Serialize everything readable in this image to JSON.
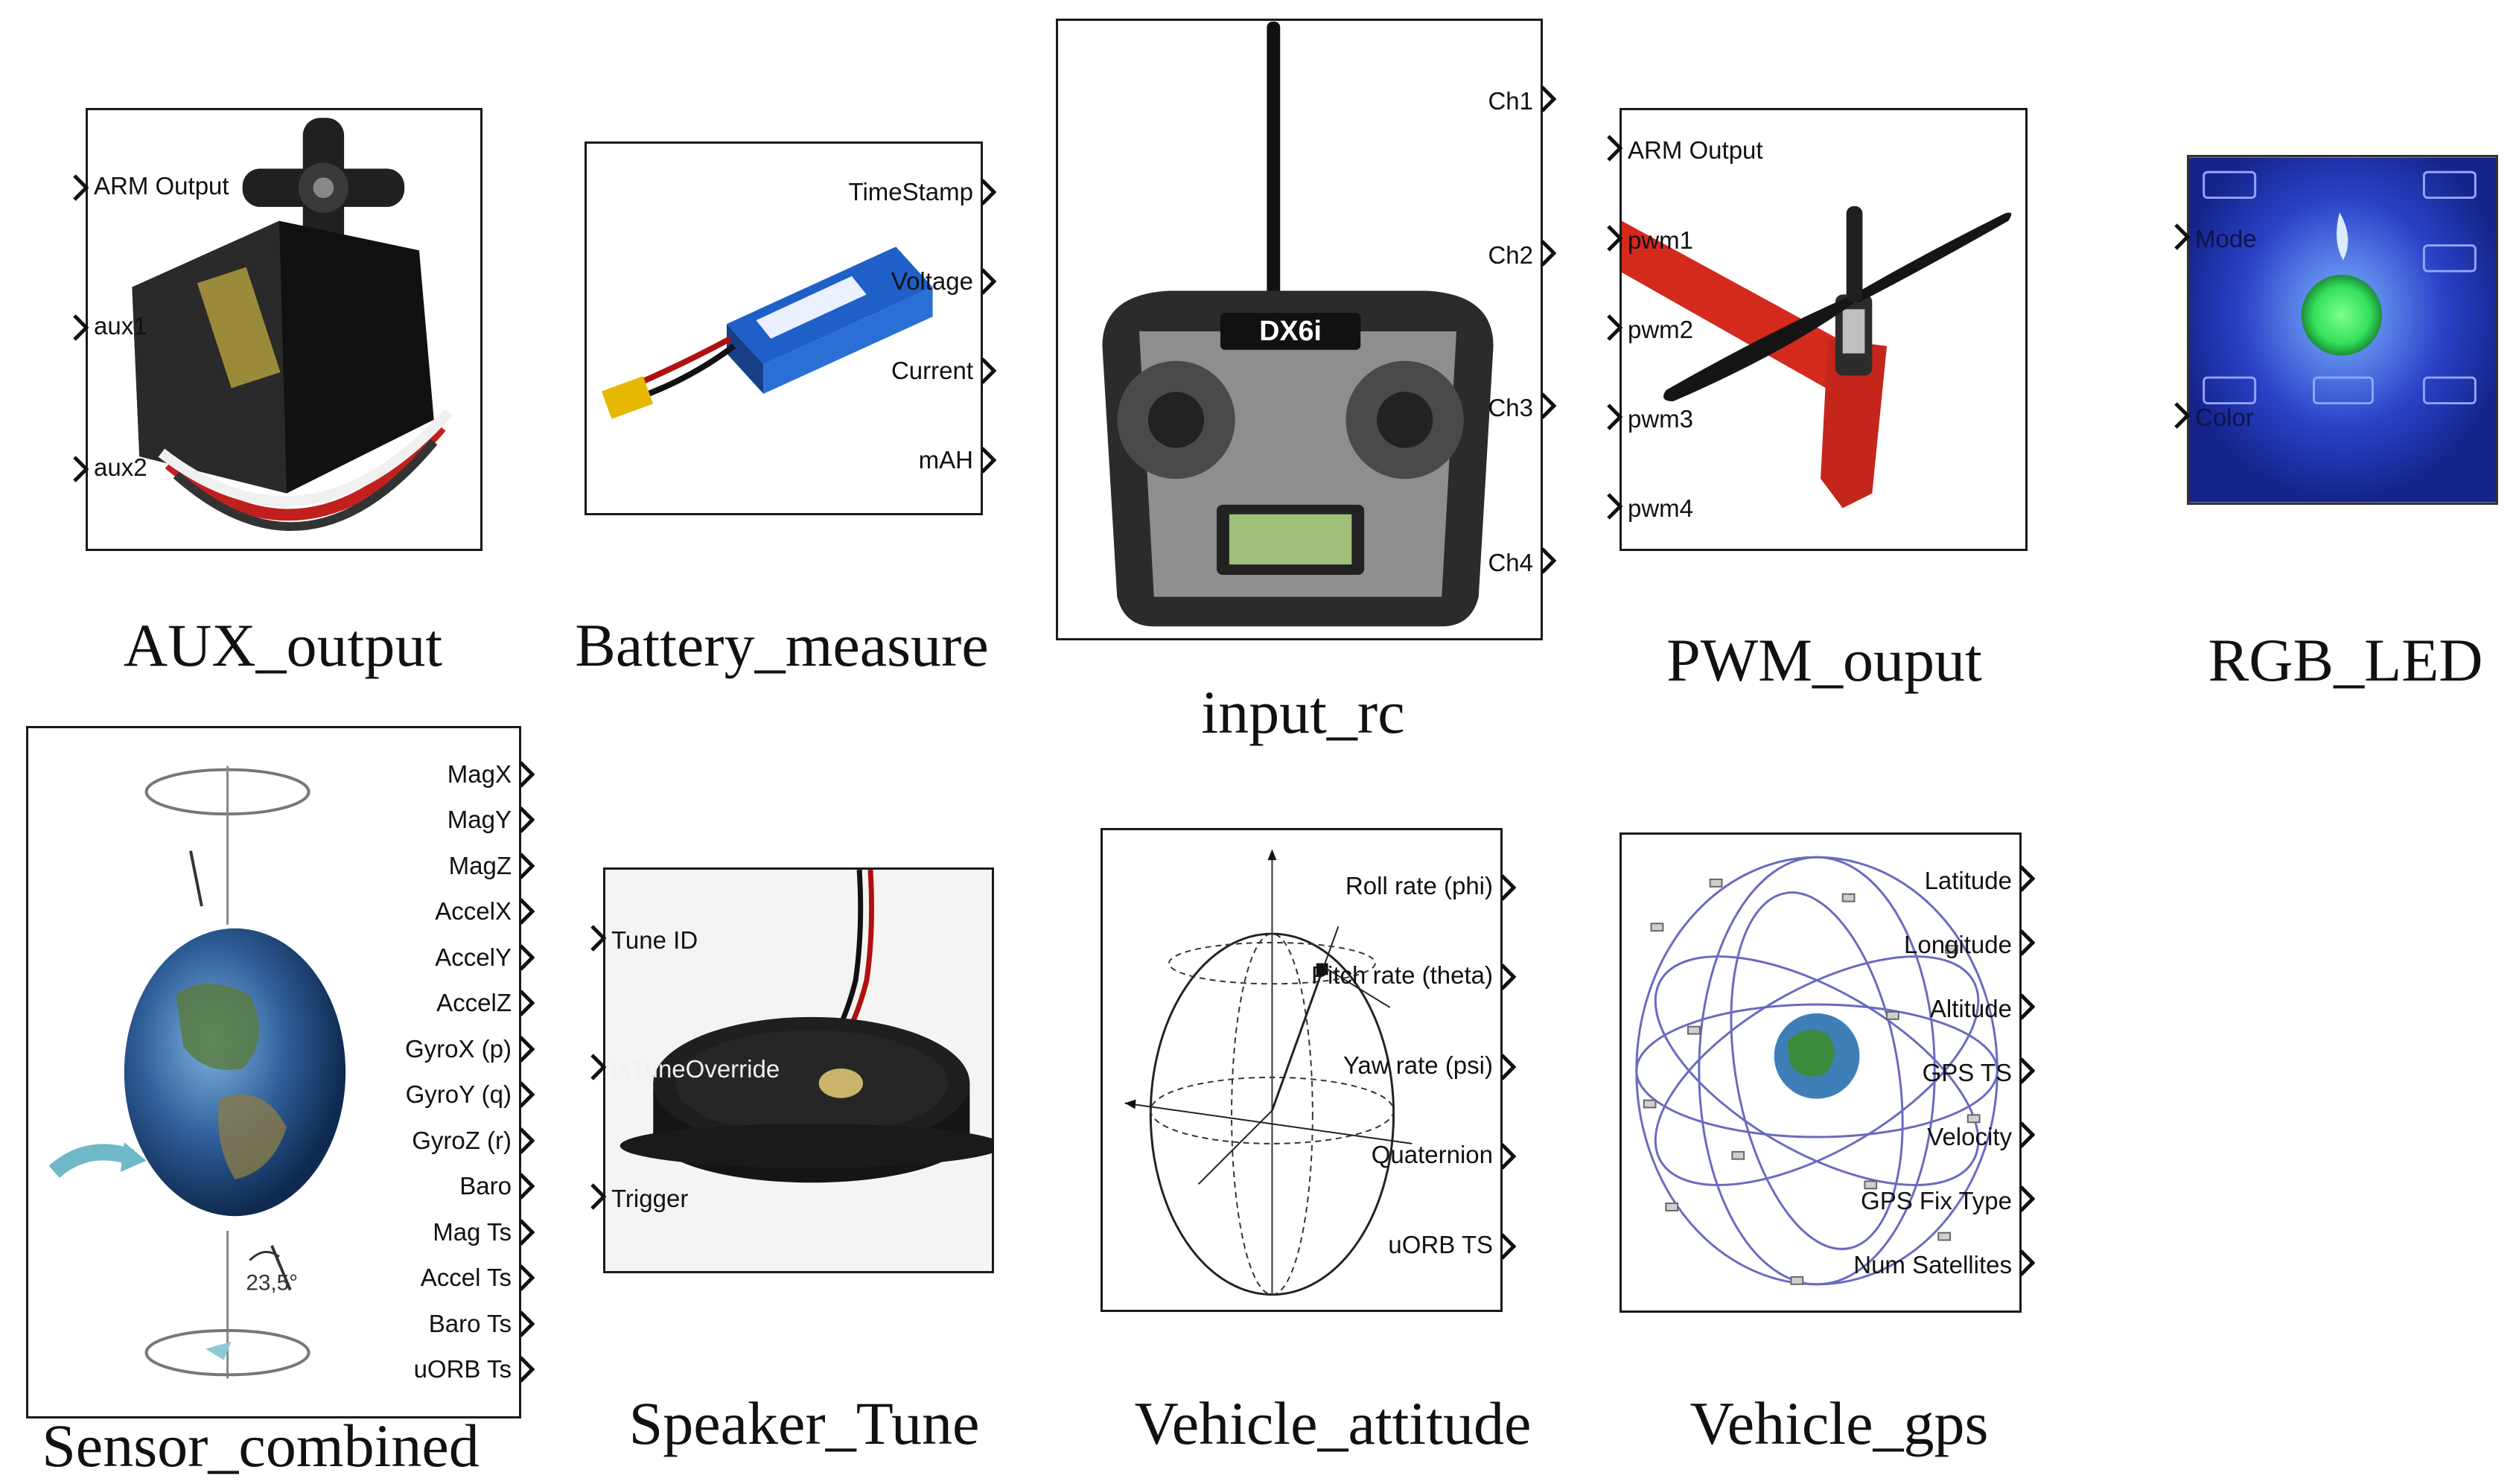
{
  "blocks": {
    "aux_output": {
      "caption": "AUX_output",
      "inputs": [
        "ARM Output",
        "aux1",
        "aux2"
      ],
      "outputs": []
    },
    "battery_measure": {
      "caption": "Battery_measure",
      "inputs": [],
      "outputs": [
        "TimeStamp",
        "Voltage",
        "Current",
        "mAH"
      ]
    },
    "input_rc": {
      "caption": "input_rc",
      "inputs": [],
      "outputs": [
        "Ch1",
        "Ch2",
        "Ch3",
        "Ch4"
      ],
      "logo": "DX6i"
    },
    "pwm_output": {
      "caption": "PWM_ouput",
      "inputs": [
        "ARM Output",
        "pwm1",
        "pwm2",
        "pwm3",
        "pwm4"
      ],
      "outputs": []
    },
    "rgb_led": {
      "caption": "RGB_LED",
      "inputs": [
        "Mode",
        "Color"
      ],
      "outputs": []
    },
    "sensor_combined": {
      "caption": "Sensor_combined",
      "inputs": [],
      "outputs": [
        "MagX",
        "MagY",
        "MagZ",
        "AccelX",
        "AccelY",
        "AccelZ",
        "GyroX (p)",
        "GyroY (q)",
        "GyroZ (r)",
        "Baro",
        "Mag Ts",
        "Accel Ts",
        "Baro Ts",
        "uORB Ts"
      ],
      "tilt_label": "23,5°"
    },
    "speaker_tune": {
      "caption": "Speaker_Tune",
      "inputs": [
        "Tune ID",
        "IsTuneOverride",
        "Trigger"
      ],
      "outputs": []
    },
    "vehicle_attitude": {
      "caption": "Vehicle_attitude",
      "inputs": [],
      "outputs": [
        "Roll rate (phi)",
        "Pitch rate (theta)",
        "Yaw rate (psi)",
        "Quaternion",
        "uORB TS"
      ]
    },
    "vehicle_gps": {
      "caption": "Vehicle_gps",
      "inputs": [],
      "outputs": [
        "Latitude",
        "Longitude",
        "Altitude",
        "GPS TS",
        "Velocity",
        "GPS Fix Type",
        "Num Satellites"
      ]
    }
  },
  "icons": [
    "servo-icon",
    "lipo-battery-icon",
    "rc-transmitter-icon",
    "motor-propeller-icon",
    "led-board-icon",
    "earth-rotation-icon",
    "piezo-buzzer-icon",
    "attitude-sphere-icon",
    "gps-constellation-icon"
  ],
  "colors": {
    "block_border": "#1a1a1a",
    "led_background": "#1c2fb0",
    "led_glow": "#3cff6a",
    "frame_red": "#d42a1e",
    "battery_blue": "#2a6fd6"
  }
}
